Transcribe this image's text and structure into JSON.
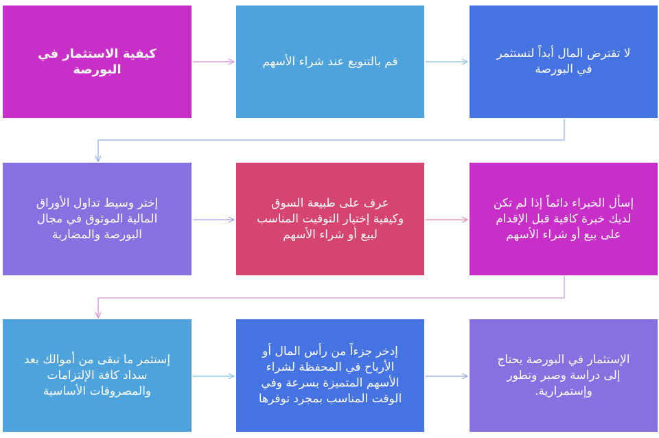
{
  "diagram": {
    "title": "كيفية الاستثمار في البورصة",
    "colors": {
      "magenta": "#C82FC8",
      "sky_blue": "#4FA3DC",
      "royal_blue": "#4573E2",
      "violet": "#8870E0",
      "crimson": "#D5456F"
    },
    "nodes": [
      {
        "id": "n1",
        "row": 1,
        "col": 1,
        "color": "#C82FC8",
        "text": "كيفية الاستثمار في البورصة"
      },
      {
        "id": "n2",
        "row": 1,
        "col": 2,
        "color": "#4FA3DC",
        "text": "قم بالتنويع عند شراء الأسهم"
      },
      {
        "id": "n3",
        "row": 1,
        "col": 3,
        "color": "#4573E2",
        "text": "لا تقترض المال أبداً لتستثمر\nفي البورصة"
      },
      {
        "id": "n4",
        "row": 2,
        "col": 1,
        "color": "#8870E0",
        "text": "إختر وسيط تداول الأوراق\nالمالية الموثوق في مجال\nالبورصة والمضاربة"
      },
      {
        "id": "n5",
        "row": 2,
        "col": 2,
        "color": "#D5456F",
        "text": "عرف على طبيعة السوق\nوكيفية إختيار التوقيت المناسب\nلبيع أو شراء الأسهم"
      },
      {
        "id": "n6",
        "row": 2,
        "col": 3,
        "color": "#C82FC8",
        "text": "إسأل الخبراء دائماً إذا لم تكن\nلديك خبرة كافية قبل الإقدام\nعلى بيع أو شراء الأسهم"
      },
      {
        "id": "n7",
        "row": 3,
        "col": 1,
        "color": "#4FA3DC",
        "text": "إستثمر ما تبقى من أموالك بعد\nسداد كافة الإلتزامات\nوالمصروفات الأساسية"
      },
      {
        "id": "n8",
        "row": 3,
        "col": 2,
        "color": "#4573E2",
        "text": "إدخر جزءاً من رأس المال أو\nالأرباح في المحفظة لشراء\nالأسهم المتميزة بسرعة وفي\nالوقت المناسب بمجرد توفرها"
      },
      {
        "id": "n9",
        "row": 3,
        "col": 3,
        "color": "#8870E0",
        "text": "الإستثمار في البورصة يحتاج\nإلى دراسة وصبر وتطور\nوإستمرارية."
      }
    ],
    "edges": [
      {
        "from": "n1",
        "to": "n2",
        "color": "#D98ADB"
      },
      {
        "from": "n2",
        "to": "n3",
        "color": "#8EC1E6"
      },
      {
        "from": "n3",
        "to": "n4",
        "color": "#93A9E6"
      },
      {
        "from": "n4",
        "to": "n5",
        "color": "#A99AE6"
      },
      {
        "from": "n5",
        "to": "n6",
        "color": "#E08DA7"
      },
      {
        "from": "n6",
        "to": "n7",
        "color": "#D98ADB"
      },
      {
        "from": "n7",
        "to": "n8",
        "color": "#8EC1E6"
      },
      {
        "from": "n8",
        "to": "n9",
        "color": "#93A9E6"
      }
    ]
  }
}
